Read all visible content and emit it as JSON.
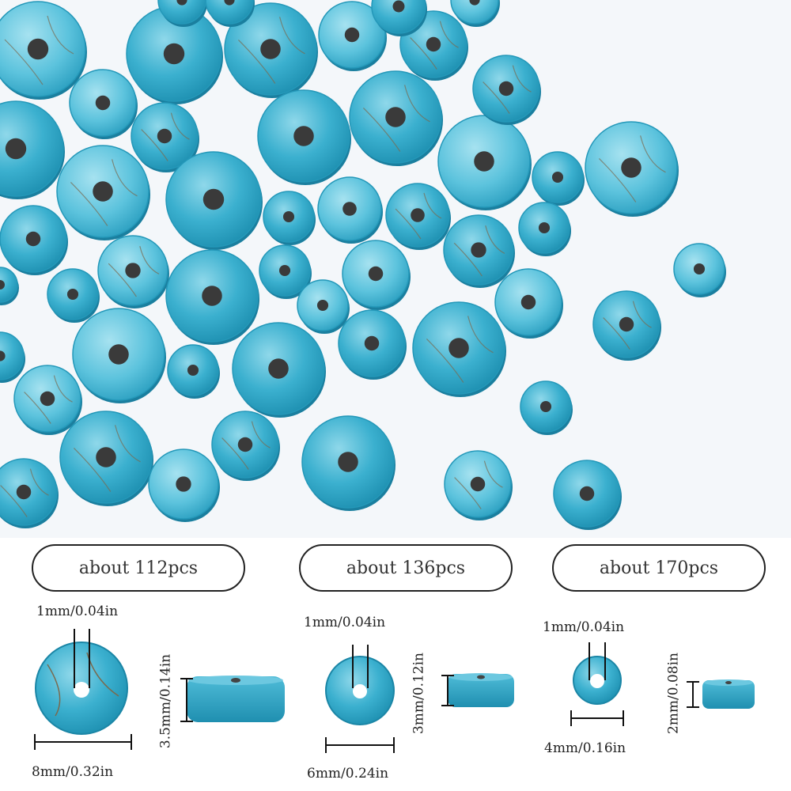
{
  "colors": {
    "turquoise": "#2ea9c9",
    "turquoise_light": "#5cc3dd",
    "vein": "#7a6a4e",
    "background": "#f4f7fa"
  },
  "packs": [
    {
      "count_label": "about 112pcs",
      "hole_label": "1mm/0.04in",
      "thickness_label": "3.5mm/0.14in",
      "diameter_label": "8mm/0.32in"
    },
    {
      "count_label": "about 136pcs",
      "hole_label": "1mm/0.04in",
      "thickness_label": "3mm/0.12in",
      "diameter_label": "6mm/0.24in"
    },
    {
      "count_label": "about 170pcs",
      "hole_label": "1mm/0.04in",
      "thickness_label": "2mm/0.08in",
      "diameter_label": "4mm/0.16in"
    }
  ]
}
